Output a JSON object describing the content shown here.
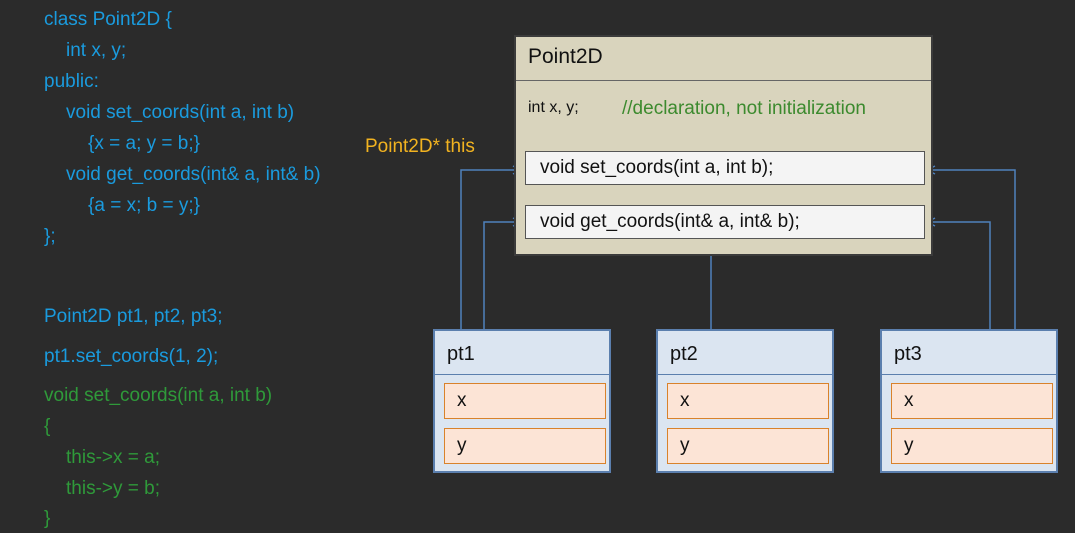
{
  "code_top": {
    "lines": [
      "class Point2D {",
      "int x, y;",
      "public:",
      "void set_coords(int a, int b)",
      "{x = a; y = b;}",
      "void get_coords(int& a, int& b)",
      "{a = x; b = y;}",
      "};"
    ]
  },
  "code_bottom": {
    "decl": "Point2D pt1, pt2, pt3;",
    "call": "pt1.set_coords(1, 2);",
    "expansion": [
      "void set_coords(int a, int b)",
      "{",
      "this->x = a;",
      "this->y = b;",
      "}"
    ]
  },
  "this_label": "Point2D* this",
  "class_box": {
    "title": "Point2D",
    "members": "int x, y;",
    "comment": "//declaration, not initialization",
    "methods": [
      "void set_coords(int a, int b);",
      "void get_coords(int& a, int& b);"
    ]
  },
  "objects": [
    {
      "name": "pt1",
      "fields": [
        "x",
        "y"
      ]
    },
    {
      "name": "pt2",
      "fields": [
        "x",
        "y"
      ]
    },
    {
      "name": "pt3",
      "fields": [
        "x",
        "y"
      ]
    }
  ],
  "colors": {
    "background": "#2b2b2b",
    "code_blue": "#1a9bde",
    "code_green": "#2f9a3a",
    "label_orange": "#f2b320",
    "class_fill": "#d9d4bd",
    "object_fill": "#dbe5f1",
    "field_fill": "#fce4d6",
    "connector": "#4f81bd"
  }
}
